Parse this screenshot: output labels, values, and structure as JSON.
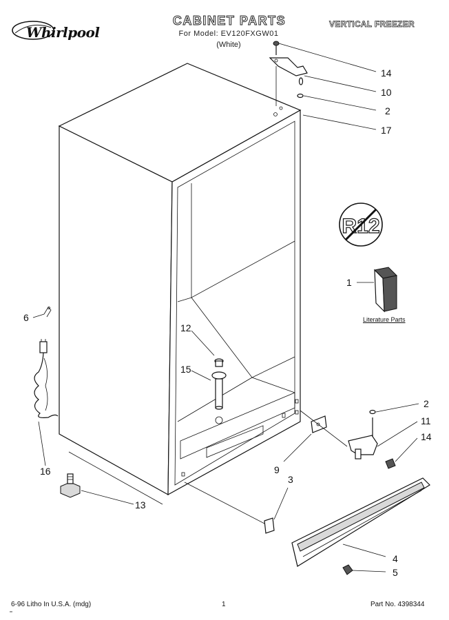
{
  "header": {
    "brand": "Whirlpool",
    "title": "CABINET PARTS",
    "model_line": "For Model: EV120FXGW01",
    "color": "(White)",
    "product": "VERTICAL FREEZER"
  },
  "callouts": [
    {
      "id": "c14a",
      "label": "14"
    },
    {
      "id": "c10",
      "label": "10"
    },
    {
      "id": "c2a",
      "label": "2"
    },
    {
      "id": "c17",
      "label": "17"
    },
    {
      "id": "c1",
      "label": "1"
    },
    {
      "id": "c6",
      "label": "6"
    },
    {
      "id": "c12",
      "label": "12"
    },
    {
      "id": "c15",
      "label": "15"
    },
    {
      "id": "c2b",
      "label": "2"
    },
    {
      "id": "c11",
      "label": "11"
    },
    {
      "id": "c14b",
      "label": "14"
    },
    {
      "id": "c9",
      "label": "9"
    },
    {
      "id": "c16",
      "label": "16"
    },
    {
      "id": "c3",
      "label": "3"
    },
    {
      "id": "c13",
      "label": "13"
    },
    {
      "id": "c4",
      "label": "4"
    },
    {
      "id": "c5",
      "label": "5"
    }
  ],
  "literature_label": "Literature Parts",
  "refrigerant_symbol": "R12",
  "footer": {
    "left": "6-96 Litho In U.S.A. (mdg)",
    "page": "1",
    "part_no": "Part No. 4398344"
  }
}
